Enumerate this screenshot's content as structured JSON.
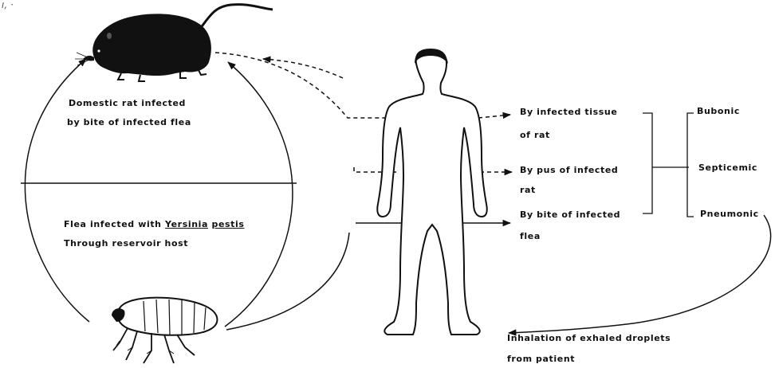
{
  "cycle": {
    "rat_caption_line1": "Domestic rat infected",
    "rat_caption_line2": "by bite of infected flea",
    "flea_caption_line1_pre": "Flea infected with ",
    "flea_caption_genus": "Yersinia",
    "flea_caption_species": "pestis",
    "flea_caption_line2": "Through reservoir host"
  },
  "routes": [
    {
      "line1": "By infected tissue",
      "line2": "of rat"
    },
    {
      "line1": "By pus of infected",
      "line2": "rat"
    },
    {
      "line1": "By bite of infected",
      "line2": "flea"
    }
  ],
  "plague_types": [
    "Bubonic",
    "Septicemic",
    "Pneumonic"
  ],
  "inhalation": {
    "line1": "Inhalation of exhaled  droplets",
    "line2": "from patient"
  },
  "colors": {
    "ink": "#111111",
    "background": "#ffffff"
  },
  "icons": [
    "rat-illustration",
    "flea-illustration",
    "human-figure"
  ]
}
